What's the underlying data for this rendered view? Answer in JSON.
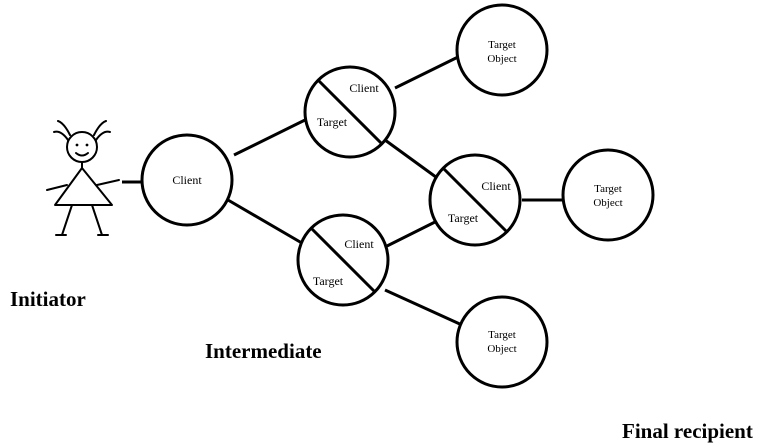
{
  "labels": {
    "client": "Client",
    "target": "Target",
    "target_object_line1": "Target",
    "target_object_line2": "Object"
  },
  "captions": {
    "initiator": "Initiator",
    "intermediate": "Intermediate",
    "final_recipient": "Final recipient"
  },
  "figure": "stick-figure-icon"
}
